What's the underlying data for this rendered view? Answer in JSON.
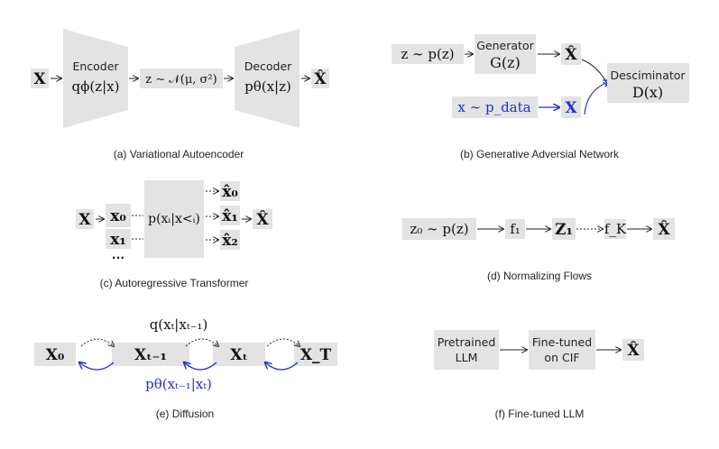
{
  "vae": {
    "x": "X",
    "encoder": "Encoder",
    "encoder_math": "qϕ(z|x)",
    "latent": "z ∼ 𝒩(μ, σ²)",
    "decoder": "Decoder",
    "decoder_math": "pθ(x|z)",
    "xhat": "X̂",
    "caption": "(a) Variational Autoencoder"
  },
  "gan": {
    "z": "z ∼ p(z)",
    "generator": "Generator",
    "generator_math": "G(z)",
    "xhat": "X̂",
    "xdata": "x ∼ p_data",
    "x": "X",
    "discriminator": "Desciminator",
    "discriminator_math": "D(x)",
    "caption": "(b) Generative Adversial Network"
  },
  "ar": {
    "x": "X",
    "x0": "x₀",
    "x1": "x₁",
    "ellipsis": "...",
    "model": "p(xᵢ|x<ᵢ)",
    "xh0": "x̂₀",
    "xh1": "x̂₁",
    "xh2": "x̂₂",
    "xhat": "X̂",
    "caption": "(c) Autoregressive Transformer"
  },
  "flow": {
    "z0": "z₀ ∼ p(z)",
    "f1": "f₁",
    "z1": "Z₁",
    "fk": "f_K",
    "xhat": "X̂",
    "caption": "(d) Normalizing Flows"
  },
  "diff": {
    "forward": "q(xₜ|xₜ₋₁)",
    "x0": "X₀",
    "xt1": "Xₜ₋₁",
    "xt": "Xₜ",
    "xT": "X_T",
    "reverse": "pθ(xₜ₋₁|xₜ)",
    "caption": "(e) Diffusion"
  },
  "llm": {
    "pre1": "Pretrained",
    "pre2": "LLM",
    "ft1": "Fine-tuned",
    "ft2": "on CIF",
    "xhat": "X̂",
    "caption": "(f) Fine-tuned LLM"
  }
}
